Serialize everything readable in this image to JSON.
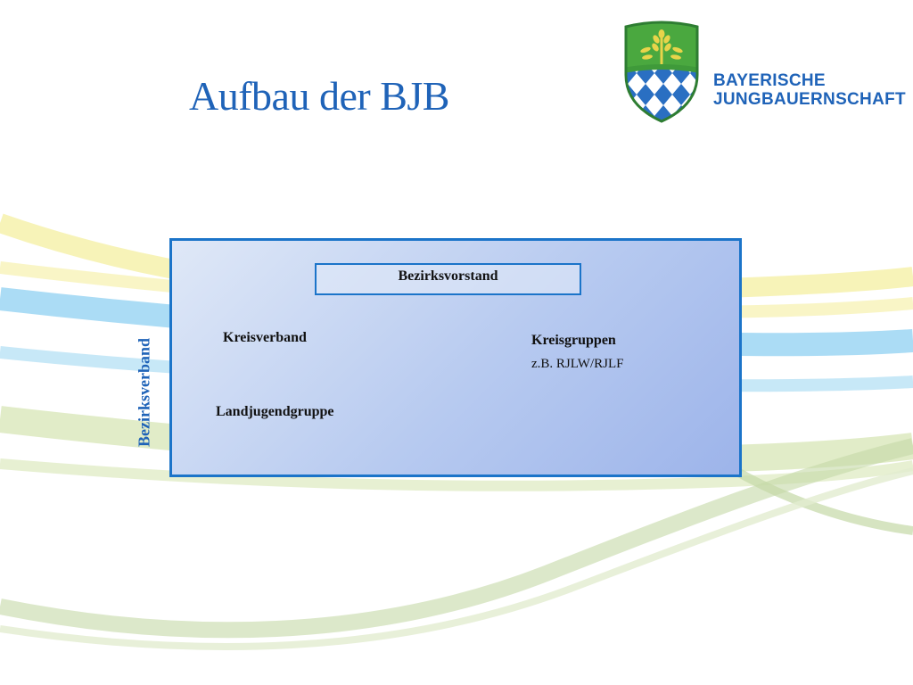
{
  "title": "Aufbau der BJB",
  "logo": {
    "line1": "BAYERISCHE",
    "line2": "JUNGBAUERNSCHAFT",
    "colors": {
      "green": "#3f9a3a",
      "blue": "#2a6fc2",
      "gold": "#e8d44a"
    }
  },
  "diagram": {
    "outer_label": "Bezirksverband",
    "top_box": "Bezirksvorstand",
    "left_items": [
      "Kreisverband",
      "Landjugendgruppe"
    ],
    "right_item": "Kreisgruppen",
    "right_note": "z.B.  RJLW/RJLF",
    "accent_color": "#1b74c9"
  }
}
